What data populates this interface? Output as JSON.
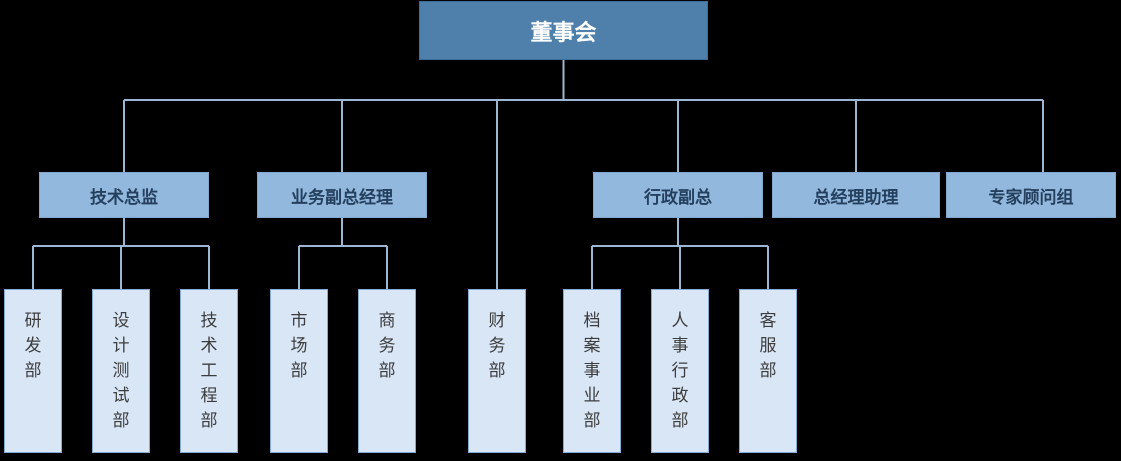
{
  "org_chart": {
    "title": "董事会",
    "root": {
      "label": "董事会"
    },
    "level2": [
      {
        "label": "技术总监"
      },
      {
        "label": "业务副总经理"
      },
      {
        "label": "行政副总"
      },
      {
        "label": "总经理助理"
      },
      {
        "label": "专家顾问组"
      }
    ],
    "level3": [
      {
        "label": "研发部",
        "parent": "技术总监"
      },
      {
        "label": "设计测试部",
        "parent": "技术总监"
      },
      {
        "label": "技术工程部",
        "parent": "技术总监"
      },
      {
        "label": "市场部",
        "parent": "业务副总经理"
      },
      {
        "label": "商务部",
        "parent": "业务副总经理"
      },
      {
        "label": "财务部",
        "parent": "董事会"
      },
      {
        "label": "档案事业部",
        "parent": "行政副总"
      },
      {
        "label": "人事行政部",
        "parent": "行政副总"
      },
      {
        "label": "客服部",
        "parent": "行政副总"
      }
    ],
    "colors": {
      "background": "#000000",
      "root_fill": "#4E80AB",
      "root_border": "#3E6E98",
      "root_text": "#FFFFFF",
      "level2_fill": "#93B8DD",
      "level2_border": "#83A8CE",
      "level2_text": "#24405E",
      "level3_fill": "#D9E6F6",
      "level3_border": "#84ABD6",
      "level3_text": "#3C3C3C",
      "line": "#9BB7D4"
    }
  }
}
